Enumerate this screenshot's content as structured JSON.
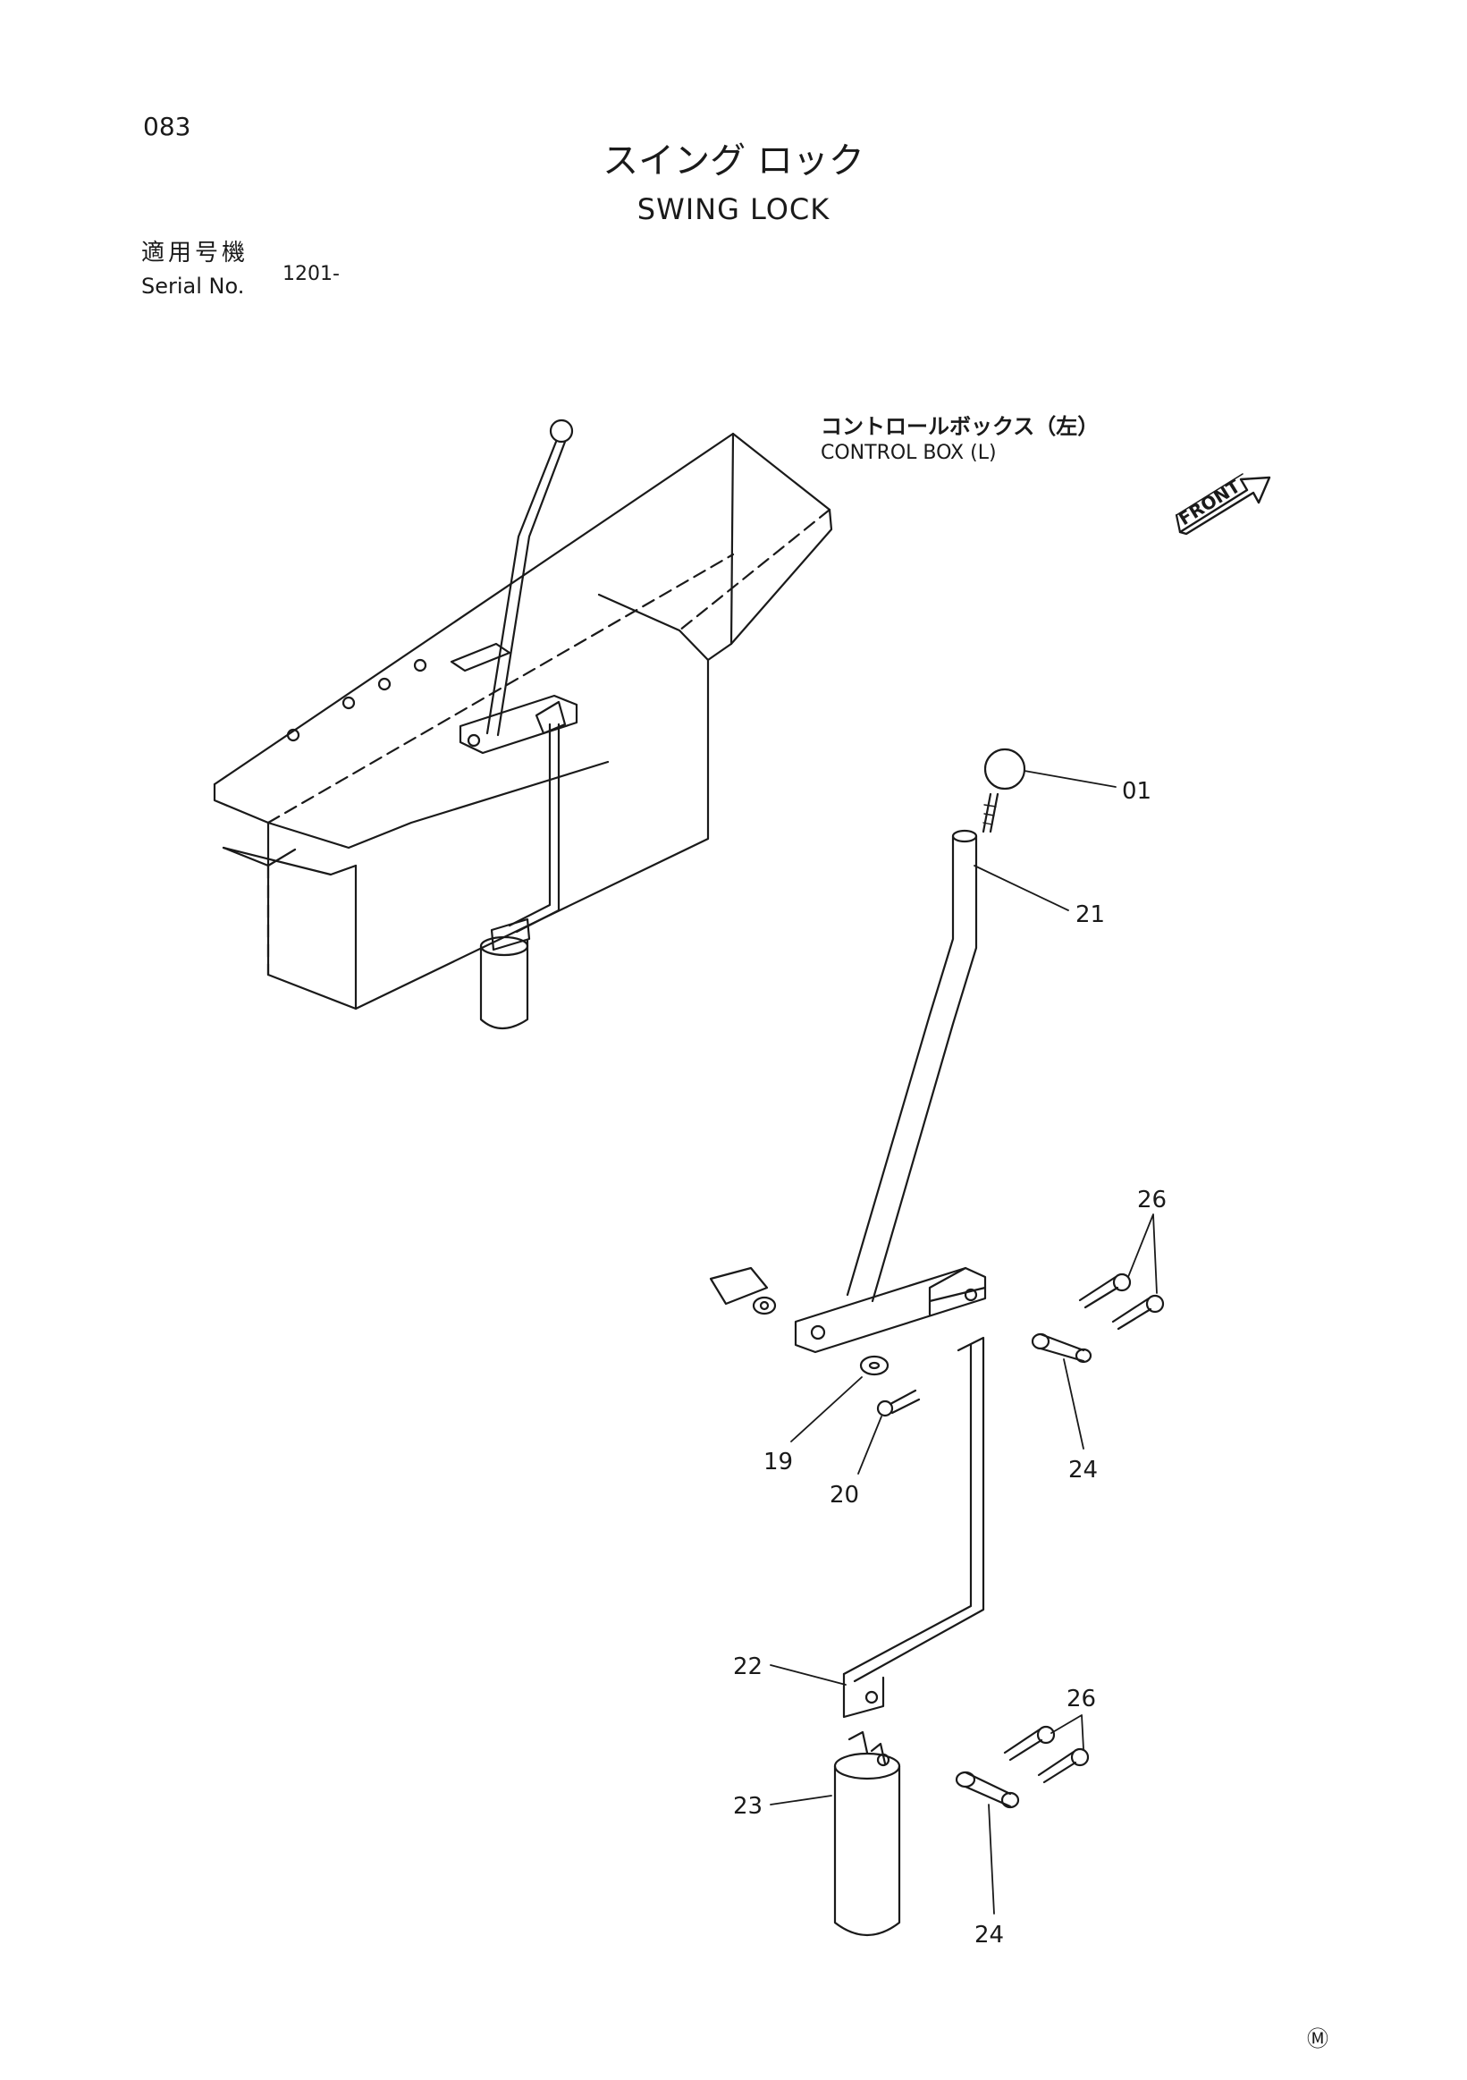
{
  "header": {
    "page_number": "083",
    "title_jp": "スイング ロック",
    "title_en": "SWING LOCK"
  },
  "serial": {
    "label_jp": "適用号機",
    "label_en": "Serial No.",
    "value": "1201-"
  },
  "assembly_label": {
    "jp": "コントロールボックス（左）",
    "en": "CONTROL BOX (L)"
  },
  "front_arrow": {
    "label": "FRONT"
  },
  "callouts": [
    "01",
    "21",
    "26",
    "24",
    "19",
    "20",
    "22",
    "26",
    "23",
    "24"
  ],
  "footer_mark": "Ⓜ",
  "colors": {
    "ink": "#1a1a1a",
    "paper": "#ffffff"
  }
}
